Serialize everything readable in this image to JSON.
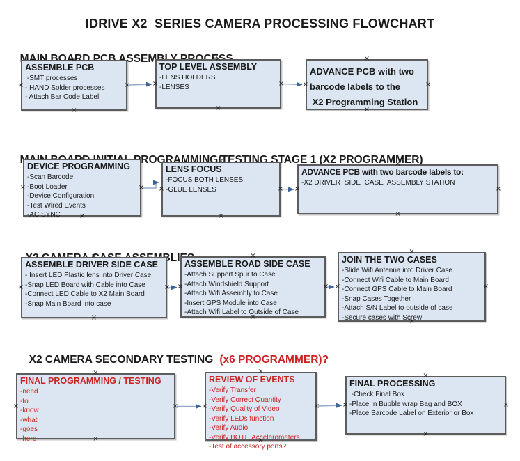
{
  "title": "IDRIVE X2  SERIES CAMERA PROCESSING FLOWCHART",
  "colors": {
    "box_fill": "#dce6f2",
    "box_border": "#5c5c5c",
    "arrow_line": "#93a9c7",
    "arrow_head": "#3e6396",
    "red_text": "#cc2222",
    "black_text": "#1a1a1a"
  },
  "sections": [
    {
      "heading": "MAIN BOARD PCB ASSEMBLY PROCESS",
      "boxes": [
        {
          "title": "ASSEMBLE PCB",
          "items": [
            " -SMT processes",
            "- HAND Solder processes",
            "- Attach Bar Code Label"
          ]
        },
        {
          "title": "TOP LEVEL ASSEMBLY",
          "items": [
            "-LENS HOLDERS",
            "-LENSES"
          ]
        },
        {
          "lines": [
            "ADVANCE PCB with two",
            "barcode labels to the",
            " X2 Programming Station"
          ]
        }
      ]
    },
    {
      "heading": "MAIN BOARD INITIAL PROGRAMMING/TESTING STAGE 1 (X2 PROGRAMMER)",
      "boxes": [
        {
          "title": "DEVICE PROGRAMMING",
          "items": [
            "-Scan Barcode",
            "-Boot Loader",
            "-Device Configuration",
            "-Test Wired Events",
            "-AC SYNC"
          ]
        },
        {
          "title": "LENS FOCUS",
          "items": [
            "-FOCUS BOTH LENSES",
            "-GLUE LENSES"
          ]
        },
        {
          "title": "ADVANCE PCB with two barcode labels to:",
          "items": [
            "-X2 DRIVER  SIDE  CASE  ASSEMBLY STATION"
          ]
        }
      ]
    },
    {
      "heading": "X2 CAMERA CASE ASSEMBLIES",
      "boxes": [
        {
          "title": "ASSEMBLE DRIVER SIDE CASE",
          "items": [
            "- Insert LED Plastic lens into Driver Case",
            "-Snap LED Board with Cable into Case",
            "-Connect LED Cable to X2 Main Board",
            "-Snap Main Board into case"
          ]
        },
        {
          "title": "ASSEMBLE ROAD SIDE CASE",
          "items": [
            "-Attach Support Spur to Case",
            "-Attach Windshield Support",
            "-Attach Wifi Assembly to Case",
            "-Insert GPS Module into Case",
            "-Attach Wifi Label to Outside of Case"
          ]
        },
        {
          "title": "JOIN THE TWO CASES",
          "items": [
            "-Slide Wifi Antenna into Driver Case",
            "-Connect Wifi Cable to Main Board",
            "-Connect GPS Cable to Main Board",
            "-Snap Cases Together",
            "-Attach S/N Label to outside of case",
            "-Secure cases with Screw"
          ]
        }
      ]
    },
    {
      "heading": "X2 CAMERA SECONDARY TESTING",
      "heading_suffix": "(x6 PROGRAMMER)?",
      "boxes": [
        {
          "title": "FINAL PROGRAMMING / TESTING",
          "items": [
            "-need",
            "-to",
            "-know",
            "-what",
            "-goes",
            "-here"
          ]
        },
        {
          "title": "REVIEW OF EVENTS",
          "items": [
            "-Verify Transfer",
            "-Verify Correct Quantity",
            "-Verify Quality of Video",
            "-Verify LEDs function",
            "-Verify Audio",
            "-Verify BOTH Accelerometers",
            "-Test of accessory ports?"
          ]
        },
        {
          "title": "FINAL PROCESSING",
          "items": [
            " -Check Final Box",
            "-Place In Bubble wrap Bag and BOX",
            "-Place Barcode Label on Exterior or Box"
          ]
        }
      ]
    }
  ],
  "connections": [
    {
      "from": "ASSEMBLE PCB",
      "to": "TOP LEVEL ASSEMBLY"
    },
    {
      "from": "TOP LEVEL ASSEMBLY",
      "to": "ADVANCE PCB with two barcode labels to the X2 Programming Station"
    },
    {
      "from": "DEVICE PROGRAMMING",
      "to": "LENS FOCUS"
    },
    {
      "from": "LENS FOCUS",
      "to": "ADVANCE PCB with two barcode labels to: -X2 DRIVER SIDE CASE ASSEMBLY STATION"
    },
    {
      "from": "ASSEMBLE DRIVER SIDE CASE",
      "to": "ASSEMBLE ROAD SIDE CASE"
    },
    {
      "from": "ASSEMBLE ROAD SIDE CASE",
      "to": "JOIN THE TWO CASES"
    },
    {
      "from": "FINAL PROGRAMMING / TESTING",
      "to": "REVIEW OF EVENTS"
    },
    {
      "from": "REVIEW OF EVENTS",
      "to": "FINAL PROCESSING"
    }
  ]
}
